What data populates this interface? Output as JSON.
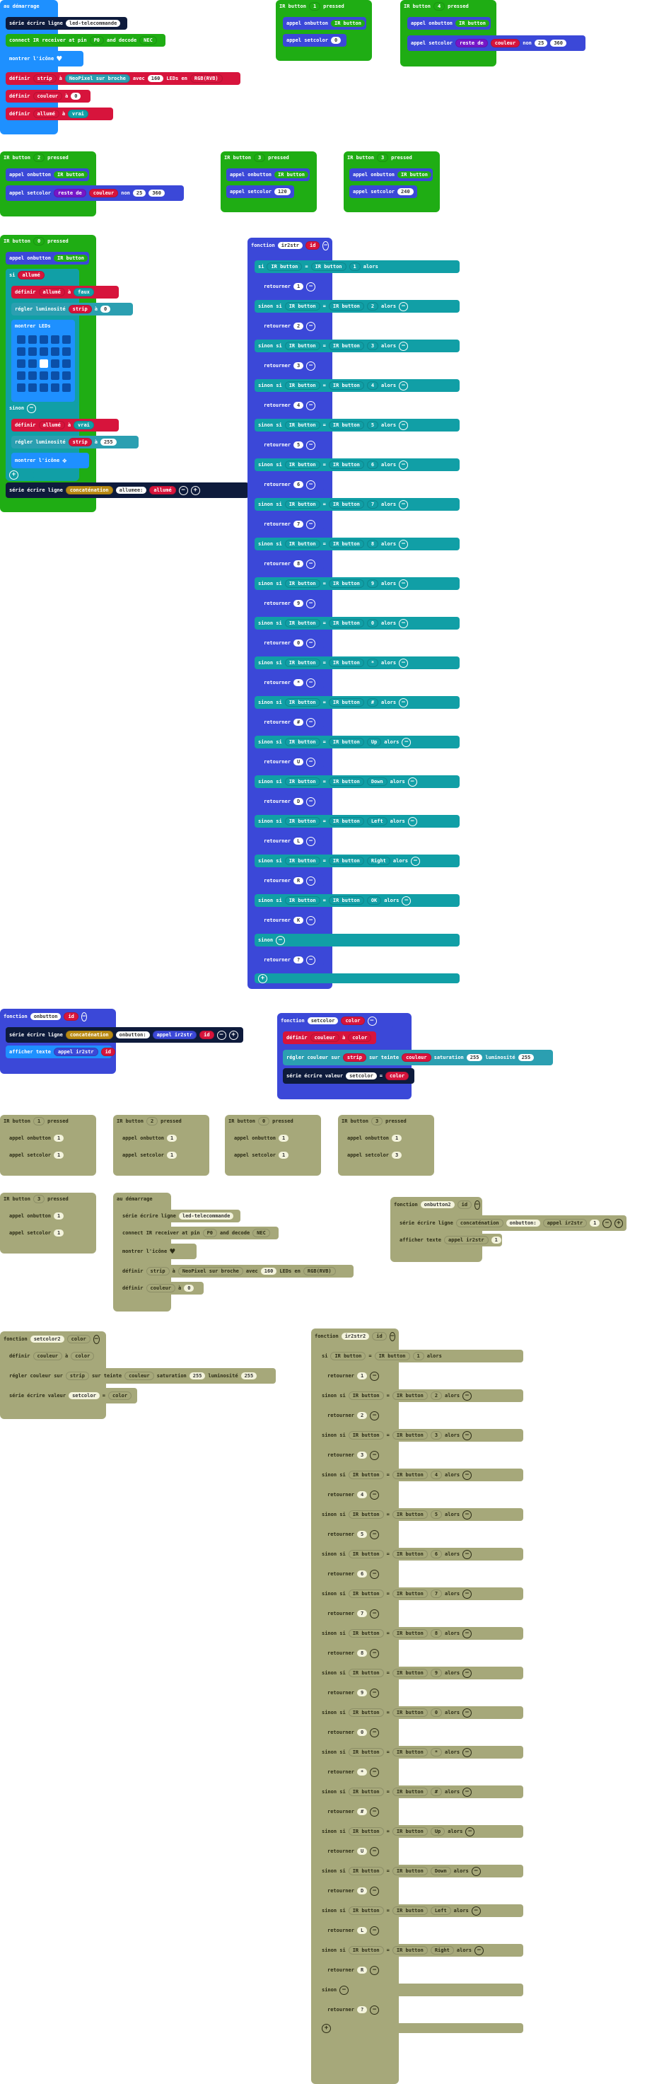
{
  "hats": {
    "on_start": "au démarrage",
    "button_pressed": "pressed",
    "function_kw": "fonction"
  },
  "blocks": {
    "serial_write_line": "série écrire ligne",
    "led_telecommande": "led-telecommande",
    "connect_ir": "connect IR receiver at pin",
    "pin_p0": "P0",
    "and_decode": "and decode",
    "nec": "NEC",
    "show_icon": "montrer l'icône",
    "set": "définir",
    "strip": "strip",
    "to": "à",
    "neopixel_create": "NeoPixel sur broche",
    "with": "avec",
    "leds_count": "160",
    "leds_as": "LEDs en",
    "rgb_format": "RGB(RVB)",
    "couleur": "couleur",
    "zero": "0",
    "allume": "allumé",
    "vrai": "vrai",
    "faux": "faux",
    "call_onbutton": "appel onbutton",
    "call_setcolor": "appel setcolor",
    "rest_of": "reste de",
    "num_25": "25",
    "num_360": "360",
    "num_120": "120",
    "num_240": "240",
    "ir_button": "IR button",
    "if_kw": "si",
    "else_if": "sinon si",
    "else_kw": "sinon",
    "then_kw": "alors",
    "eq": "=",
    "not": "non",
    "set_brightness": "régler luminosité",
    "num_255": "255",
    "concat": "concaténation",
    "allumee": "allumee:",
    "onbutton_str": "onbutton:",
    "call_ir2str": "appel ir2str",
    "return_kw": "retourner",
    "display_text": "afficher texte",
    "set_color": "régler couleur sur",
    "to_hue": "sur teinte",
    "saturation": "saturation",
    "brightness": "luminosité",
    "serial_write_value": "série écrire valeur",
    "setcolor_str": "setcolor",
    "show_leds": "montrer LEDs",
    "num_1": "1",
    "num_2": "2",
    "num_3": "3"
  },
  "function_names": {
    "onbutton": "onbutton",
    "setcolor": "setcolor",
    "ir2str": "ir2str",
    "id": "id",
    "color": "color",
    "onbutton2": "onbutton2",
    "setcolor2": "setcolor2",
    "ir2str2": "ir2str2"
  },
  "buttons": {
    "top": [
      "1",
      "4",
      "2",
      "3",
      "0"
    ],
    "ir2str_codes": [
      "1",
      "2",
      "3",
      "4",
      "5",
      "6",
      "7",
      "8",
      "9",
      "0",
      "*",
      "#",
      "Up",
      "Down",
      "Left",
      "Right",
      "OK"
    ],
    "ir2str_returns": [
      "1",
      "2",
      "3",
      "4",
      "5",
      "6",
      "7",
      "8",
      "9",
      "0",
      "*",
      "#",
      "U",
      "D",
      "L",
      "R",
      "K",
      "?"
    ],
    "ir2str2_returns": [
      "1",
      "2",
      "3",
      "4",
      "5",
      "6",
      "7",
      "8",
      "9",
      "0",
      "*",
      "#",
      "U",
      "D",
      "L",
      "R",
      "?"
    ]
  },
  "colors": {
    "event": "#1fad14",
    "basic": "#1e90ff",
    "serial": "#0e1b3c",
    "variables": "#d7143c",
    "neopixel": "#2b9fb1",
    "functions": "#3b48d8",
    "logic": "#119fa6",
    "text": "#b98a14",
    "math": "#7616c8",
    "disabled": "#a6a87a"
  }
}
